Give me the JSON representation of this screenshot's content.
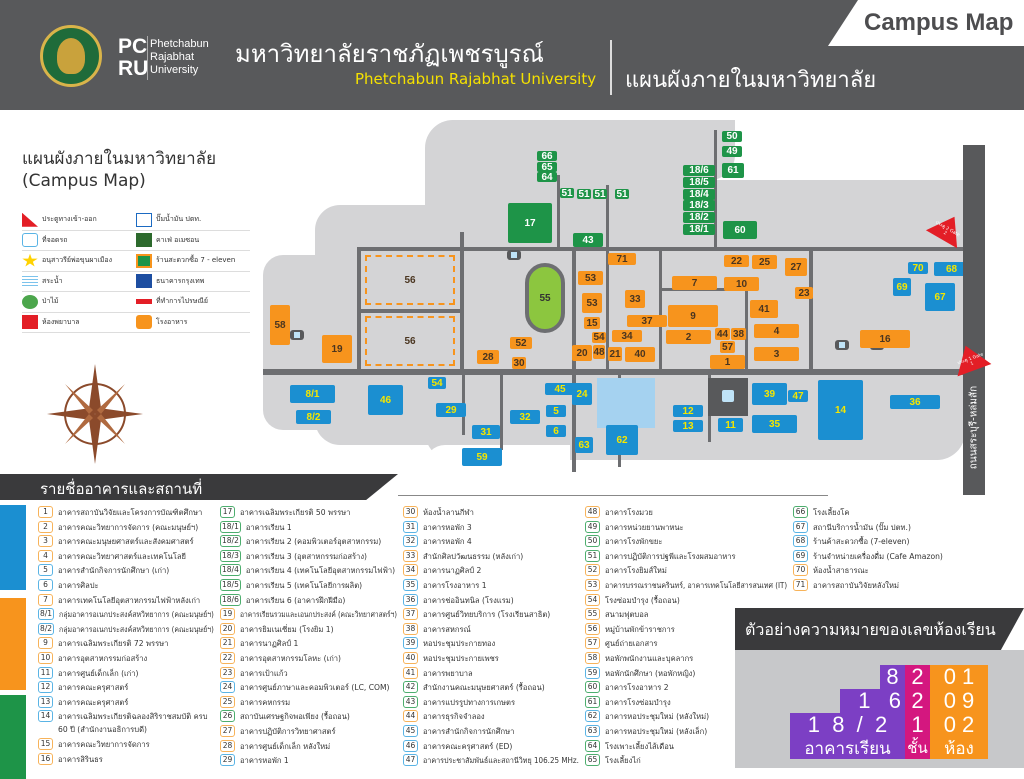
{
  "header": {
    "logo_text": "PC RU",
    "logo_sub": [
      "Phetchabun",
      "Rajabhat",
      "University"
    ],
    "title_th": "มหาวิทยาลัยราชภัฏเพชรบูรณ์",
    "title_en": "Phetchabun Rajabhat University",
    "map_title_th": "แผนผังภายในมหาวิทยาลัย",
    "tab": "Campus Map"
  },
  "left_title": {
    "th": "แผนผังภายในมหาวิทยาลัย",
    "en": "(Campus Map)"
  },
  "legend": [
    [
      "ประตูทางเข้า-ออก",
      "ปั๊มน้ำมัน ปตท."
    ],
    [
      "ที่จอดรถ",
      "คาเฟ่ อเมซอน"
    ],
    [
      "อนุสาวรีย์พ่อขุนผาเมือง",
      "ร้านสะดวกซื้อ 7 - eleven"
    ],
    [
      "สระน้ำ",
      "ธนาคารกรุงเทพ"
    ],
    [
      "ป่าไม้",
      "ที่ทำการไปรษณีย์"
    ],
    [
      "ห้องพยาบาล",
      "โรงอาหาร"
    ]
  ],
  "map": {
    "road_label": "ถนนสระบุรี-หล่มสัก",
    "gate1": "ประตู 1 Gate 1",
    "gate2": "ประตู 2 Gate 2",
    "buildings": [
      {
        "n": "66",
        "t": "g"
      },
      {
        "n": "65",
        "t": "g"
      },
      {
        "n": "64",
        "t": "g"
      },
      {
        "n": "51",
        "t": "g"
      },
      {
        "n": "51",
        "t": "g"
      },
      {
        "n": "51",
        "t": "g"
      },
      {
        "n": "51",
        "t": "g"
      },
      {
        "n": "17",
        "t": "g"
      },
      {
        "n": "43",
        "t": "g"
      },
      {
        "n": "18/6",
        "t": "g"
      },
      {
        "n": "18/5",
        "t": "g"
      },
      {
        "n": "18/4",
        "t": "g"
      },
      {
        "n": "18/3",
        "t": "g"
      },
      {
        "n": "18/2",
        "t": "g"
      },
      {
        "n": "18/1",
        "t": "g"
      },
      {
        "n": "50",
        "t": "g"
      },
      {
        "n": "49",
        "t": "g"
      },
      {
        "n": "61",
        "t": "g"
      },
      {
        "n": "60",
        "t": "g"
      },
      {
        "n": "58",
        "t": "o"
      },
      {
        "n": "19",
        "t": "o"
      },
      {
        "n": "28",
        "t": "o"
      },
      {
        "n": "52",
        "t": "o"
      },
      {
        "n": "30",
        "t": "o"
      },
      {
        "n": "20",
        "t": "o"
      },
      {
        "n": "48",
        "t": "o"
      },
      {
        "n": "21",
        "t": "o"
      },
      {
        "n": "40",
        "t": "o"
      },
      {
        "n": "53",
        "t": "o"
      },
      {
        "n": "53",
        "t": "o"
      },
      {
        "n": "15",
        "t": "o"
      },
      {
        "n": "54",
        "t": "o"
      },
      {
        "n": "71",
        "t": "o"
      },
      {
        "n": "33",
        "t": "o"
      },
      {
        "n": "37",
        "t": "o"
      },
      {
        "n": "34",
        "t": "o"
      },
      {
        "n": "7",
        "t": "o"
      },
      {
        "n": "22",
        "t": "o"
      },
      {
        "n": "25",
        "t": "o"
      },
      {
        "n": "27",
        "t": "o"
      },
      {
        "n": "10",
        "t": "o"
      },
      {
        "n": "23",
        "t": "o"
      },
      {
        "n": "9",
        "t": "o"
      },
      {
        "n": "2",
        "t": "o"
      },
      {
        "n": "44",
        "t": "o"
      },
      {
        "n": "38",
        "t": "o"
      },
      {
        "n": "57",
        "t": "o"
      },
      {
        "n": "1",
        "t": "o"
      },
      {
        "n": "41",
        "t": "o"
      },
      {
        "n": "4",
        "t": "o"
      },
      {
        "n": "3",
        "t": "o"
      },
      {
        "n": "16",
        "t": "o"
      },
      {
        "n": "8/1",
        "t": "b"
      },
      {
        "n": "8/2",
        "t": "b"
      },
      {
        "n": "46",
        "t": "b"
      },
      {
        "n": "54",
        "t": "b"
      },
      {
        "n": "29",
        "t": "b"
      },
      {
        "n": "31",
        "t": "b"
      },
      {
        "n": "59",
        "t": "b"
      },
      {
        "n": "32",
        "t": "b"
      },
      {
        "n": "5",
        "t": "b"
      },
      {
        "n": "6",
        "t": "b"
      },
      {
        "n": "45",
        "t": "b"
      },
      {
        "n": "24",
        "t": "b"
      },
      {
        "n": "63",
        "t": "b"
      },
      {
        "n": "62",
        "t": "b"
      },
      {
        "n": "12",
        "t": "b"
      },
      {
        "n": "13",
        "t": "b"
      },
      {
        "n": "11",
        "t": "b"
      },
      {
        "n": "39",
        "t": "b"
      },
      {
        "n": "47",
        "t": "b"
      },
      {
        "n": "35",
        "t": "b"
      },
      {
        "n": "14",
        "t": "b"
      },
      {
        "n": "36",
        "t": "b"
      },
      {
        "n": "70",
        "t": "b"
      },
      {
        "n": "68",
        "t": "b"
      },
      {
        "n": "69",
        "t": "b"
      },
      {
        "n": "67",
        "t": "b"
      }
    ],
    "village_labels": [
      "56",
      "56"
    ],
    "stadium_label": "55"
  },
  "list_title": "รายชื่ออาคารและสถานที่",
  "list": [
    [
      {
        "n": "1",
        "c": "o",
        "t": "อาคารสถาบันวิจัยและโครงการบัณฑิตศึกษา"
      },
      {
        "n": "2",
        "c": "o",
        "t": "อาคารคณะวิทยาการจัดการ (คณะมนุษย์ฯ)"
      },
      {
        "n": "3",
        "c": "o",
        "t": "อาคารคณะมนุษยศาสตร์และสังคมศาสตร์"
      },
      {
        "n": "4",
        "c": "o",
        "t": "อาคารคณะวิทยาศาสตร์และเทคโนโลยี"
      },
      {
        "n": "5",
        "c": "b",
        "t": "อาคารสำนักกิจการนักศึกษา (เก่า)"
      },
      {
        "n": "6",
        "c": "b",
        "t": "อาคารศิลปะ"
      },
      {
        "n": "7",
        "c": "o",
        "t": "อาคารเทคโนโลยีอุตสาหกรรมไฟฟ้าหลังเก่า"
      },
      {
        "n": "8/1",
        "c": "b",
        "t": "กลุ่มอาคารอเนกประสงค์สหวิทยาการ (คณะมนุษย์ฯ)"
      },
      {
        "n": "8/2",
        "c": "b",
        "t": "กลุ่มอาคารอเนกประสงค์สหวิทยาการ (คณะมนุษย์ฯ)"
      },
      {
        "n": "9",
        "c": "o",
        "t": "อาคารเฉลิมพระเกียรติ 72 พรรษา"
      },
      {
        "n": "10",
        "c": "o",
        "t": "อาคารอุตสาหกรรมก่อสร้าง"
      },
      {
        "n": "11",
        "c": "b",
        "t": "อาคารศูนย์เด็กเล็ก (เก่า)"
      },
      {
        "n": "12",
        "c": "b",
        "t": "อาคารคณะครุศาสตร์"
      },
      {
        "n": "13",
        "c": "b",
        "t": "อาคารคณะครุศาสตร์"
      },
      {
        "n": "14",
        "c": "b",
        "t": "อาคารเฉลิมพระเกียรติฉลองสิริราชสมบัติ ครบ 60 ปี (สำนักงานอธิการบดี)"
      },
      {
        "n": "15",
        "c": "o",
        "t": "อาคารคณะวิทยาการจัดการ"
      },
      {
        "n": "16",
        "c": "o",
        "t": "อาคารสิรินธร"
      }
    ],
    [
      {
        "n": "17",
        "c": "g",
        "t": "อาคารเฉลิมพระเกียรติ 50 พรรษา"
      },
      {
        "n": "18/1",
        "c": "g",
        "t": "อาคารเรียน 1"
      },
      {
        "n": "18/2",
        "c": "g",
        "t": "อาคารเรียน 2 (คอมพิวเตอร์อุตสาหกรรม)"
      },
      {
        "n": "18/3",
        "c": "g",
        "t": "อาคารเรียน 3 (อุตสาหกรรมก่อสร้าง)"
      },
      {
        "n": "18/4",
        "c": "g",
        "t": "อาคารเรียน 4 (เทคโนโลยีอุตสาหกรรมไฟฟ้า)"
      },
      {
        "n": "18/5",
        "c": "g",
        "t": "อาคารเรียน 5 (เทคโนโลยีการผลิต)"
      },
      {
        "n": "18/6",
        "c": "g",
        "t": "อาคารเรียน 6 (อาคารฝึกฝีมือ)"
      },
      {
        "n": "19",
        "c": "o",
        "t": "อาคารเรียนรวมและเอนกประสงค์ (คณะวิทยาศาสตร์ฯ)"
      },
      {
        "n": "20",
        "c": "o",
        "t": "อาคารยิมเนเซี่ยม (โรงยิม 1)"
      },
      {
        "n": "21",
        "c": "o",
        "t": "อาคารนาฏศิลป์ 1"
      },
      {
        "n": "22",
        "c": "o",
        "t": "อาคารอุตสาหกรรมโลหะ (เก่า)"
      },
      {
        "n": "23",
        "c": "o",
        "t": "อาคารเป้าแก้ว"
      },
      {
        "n": "24",
        "c": "b",
        "t": "อาคารศูนย์ภาษาและคอมพิวเตอร์ (LC, COM)"
      },
      {
        "n": "25",
        "c": "o",
        "t": "อาคารคหกรรม"
      },
      {
        "n": "26",
        "c": "g",
        "t": "สถาบันเศรษฐกิจพอเพียง (รื้อถอน)"
      },
      {
        "n": "27",
        "c": "o",
        "t": "อาคารปฏิบัติการวิทยาศาสตร์"
      },
      {
        "n": "28",
        "c": "o",
        "t": "อาคารศูนย์เด็กเล็ก หลังใหม่"
      },
      {
        "n": "29",
        "c": "b",
        "t": "อาคารหอพัก 1"
      }
    ],
    [
      {
        "n": "30",
        "c": "o",
        "t": "ห้องน้ำลานกีฬา"
      },
      {
        "n": "31",
        "c": "b",
        "t": "อาคารหอพัก 3"
      },
      {
        "n": "32",
        "c": "b",
        "t": "อาคารหอพัก 4"
      },
      {
        "n": "33",
        "c": "o",
        "t": "สำนักศิลปวัฒนธรรม (หลังเก่า)"
      },
      {
        "n": "34",
        "c": "o",
        "t": "อาคารนาฏศิลป์ 2"
      },
      {
        "n": "35",
        "c": "b",
        "t": "อาคารโรงอาหาร 1"
      },
      {
        "n": "36",
        "c": "b",
        "t": "อาคารช่ออินทนิล (โรงแรม)"
      },
      {
        "n": "37",
        "c": "o",
        "t": "อาคารศูนย์วิทยบริการ (โรงเรียนสาธิต)"
      },
      {
        "n": "38",
        "c": "o",
        "t": "อาคารสหกรณ์"
      },
      {
        "n": "39",
        "c": "b",
        "t": "หอประชุมประกายทอง"
      },
      {
        "n": "40",
        "c": "o",
        "t": "หอประชุมประกายเพชร"
      },
      {
        "n": "41",
        "c": "o",
        "t": "อาคารพยาบาล"
      },
      {
        "n": "42",
        "c": "g",
        "t": "สำนักงานคณะมนุษยศาสตร์ (รื้อถอน)"
      },
      {
        "n": "43",
        "c": "g",
        "t": "อาคารแปรรูปทางการเกษตร"
      },
      {
        "n": "44",
        "c": "o",
        "t": "อาคารธุรกิจจำลอง"
      },
      {
        "n": "45",
        "c": "b",
        "t": "อาคารสำนักกิจการนักศึกษา"
      },
      {
        "n": "46",
        "c": "b",
        "t": "อาคารคณะครุศาสตร์ (ED)"
      },
      {
        "n": "47",
        "c": "b",
        "t": "อาคารประชาสัมพันธ์และสถานีวิทยุ 106.25 MHz."
      }
    ],
    [
      {
        "n": "48",
        "c": "o",
        "t": "อาคารโรงมวย"
      },
      {
        "n": "49",
        "c": "g",
        "t": "อาคารหน่วยยานพาหนะ"
      },
      {
        "n": "50",
        "c": "g",
        "t": "อาคารโรงพักขยะ"
      },
      {
        "n": "51",
        "c": "g",
        "t": "อาคารปฏิบัติการปฐพีและโรงผสมอาหาร"
      },
      {
        "n": "52",
        "c": "o",
        "t": "อาคารโรงยิมส์ใหม่"
      },
      {
        "n": "53",
        "c": "o",
        "t": "อาคารบรรณราชนครินทร์, อาคารเทคโนโลยีสารสนเทศ (IT)"
      },
      {
        "n": "54",
        "c": "o",
        "t": "โรงซ่อมบำรุง (รื้อถอน)"
      },
      {
        "n": "55",
        "c": "o",
        "t": "สนามฟุตบอล"
      },
      {
        "n": "56",
        "c": "o",
        "t": "หมู่บ้านพักข้าราชการ"
      },
      {
        "n": "57",
        "c": "o",
        "t": "ศูนย์ถ่ายเอกสาร"
      },
      {
        "n": "58",
        "c": "o",
        "t": "หอพักพนักงานและบุคลากร"
      },
      {
        "n": "59",
        "c": "b",
        "t": "หอพักนักศึกษา (หอพักหญิง)"
      },
      {
        "n": "60",
        "c": "g",
        "t": "อาคารโรงอาหาร 2"
      },
      {
        "n": "61",
        "c": "g",
        "t": "อาคารโรงซ่อมบำรุง"
      },
      {
        "n": "62",
        "c": "b",
        "t": "อาคารหอประชุมใหม่ (หลังใหม่)"
      },
      {
        "n": "63",
        "c": "b",
        "t": "อาคารหอประชุมใหม่ (หลังเล็ก)"
      },
      {
        "n": "64",
        "c": "g",
        "t": "โรงเพาะเลี้ยงไส้เดือน"
      },
      {
        "n": "65",
        "c": "g",
        "t": "โรงเลี้ยงไก่"
      }
    ],
    [
      {
        "n": "66",
        "c": "g",
        "t": "โรงเลี้ยงโค"
      },
      {
        "n": "67",
        "c": "b",
        "t": "สถานีบริการน้ำมัน (ปั๊ม ปตท.)"
      },
      {
        "n": "68",
        "c": "b",
        "t": "ร้านค้าสะดวกซื้อ (7-eleven)"
      },
      {
        "n": "69",
        "c": "b",
        "t": "ร้านจำหน่ายเครื่องดื่ม (Cafe Amazon)"
      },
      {
        "n": "70",
        "c": "o",
        "t": "ห้องน้ำสาธารณะ"
      },
      {
        "n": "71",
        "c": "o",
        "t": "อาคารสถาบันวิจัยหลังใหม่"
      }
    ]
  ],
  "example": {
    "title": "ตัวอย่างความหมายของเลขห้องเรียน",
    "building_label": "อาคารเรียน",
    "floor_label": "ชั้น",
    "room_label": "ห้อง",
    "rows": [
      {
        "b": "8",
        "f": "2",
        "r": "0 1"
      },
      {
        "b": "1   6",
        "f": "2",
        "r": "0 9"
      },
      {
        "b": "1  8  /  2",
        "f": "1",
        "r": "0 2"
      }
    ]
  },
  "colors": {
    "blue": "#1b8fd1",
    "orange": "#f7941d",
    "green": "#1e9448",
    "purple": "#7c3fc4",
    "magenta": "#d4177f",
    "header": "#58595b"
  }
}
